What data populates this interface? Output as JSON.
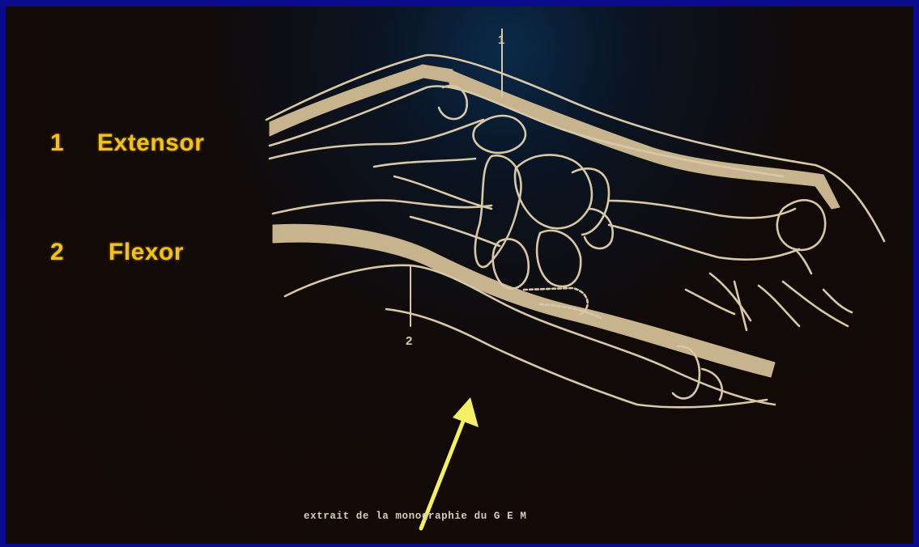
{
  "legend": [
    {
      "number": "1",
      "label": "Extensor"
    },
    {
      "number": "2",
      "label": "Flexor"
    }
  ],
  "diagram_labels": {
    "label_1": "1",
    "label_2": "2"
  },
  "caption": "extrait de la monographie du G E M",
  "colors": {
    "outer_border": "#0a0a8c",
    "legend_text": "#f2c11b",
    "tendon_fill": "#c8b38f",
    "line": "#d8c8a8",
    "arrow": "#f4f066"
  }
}
